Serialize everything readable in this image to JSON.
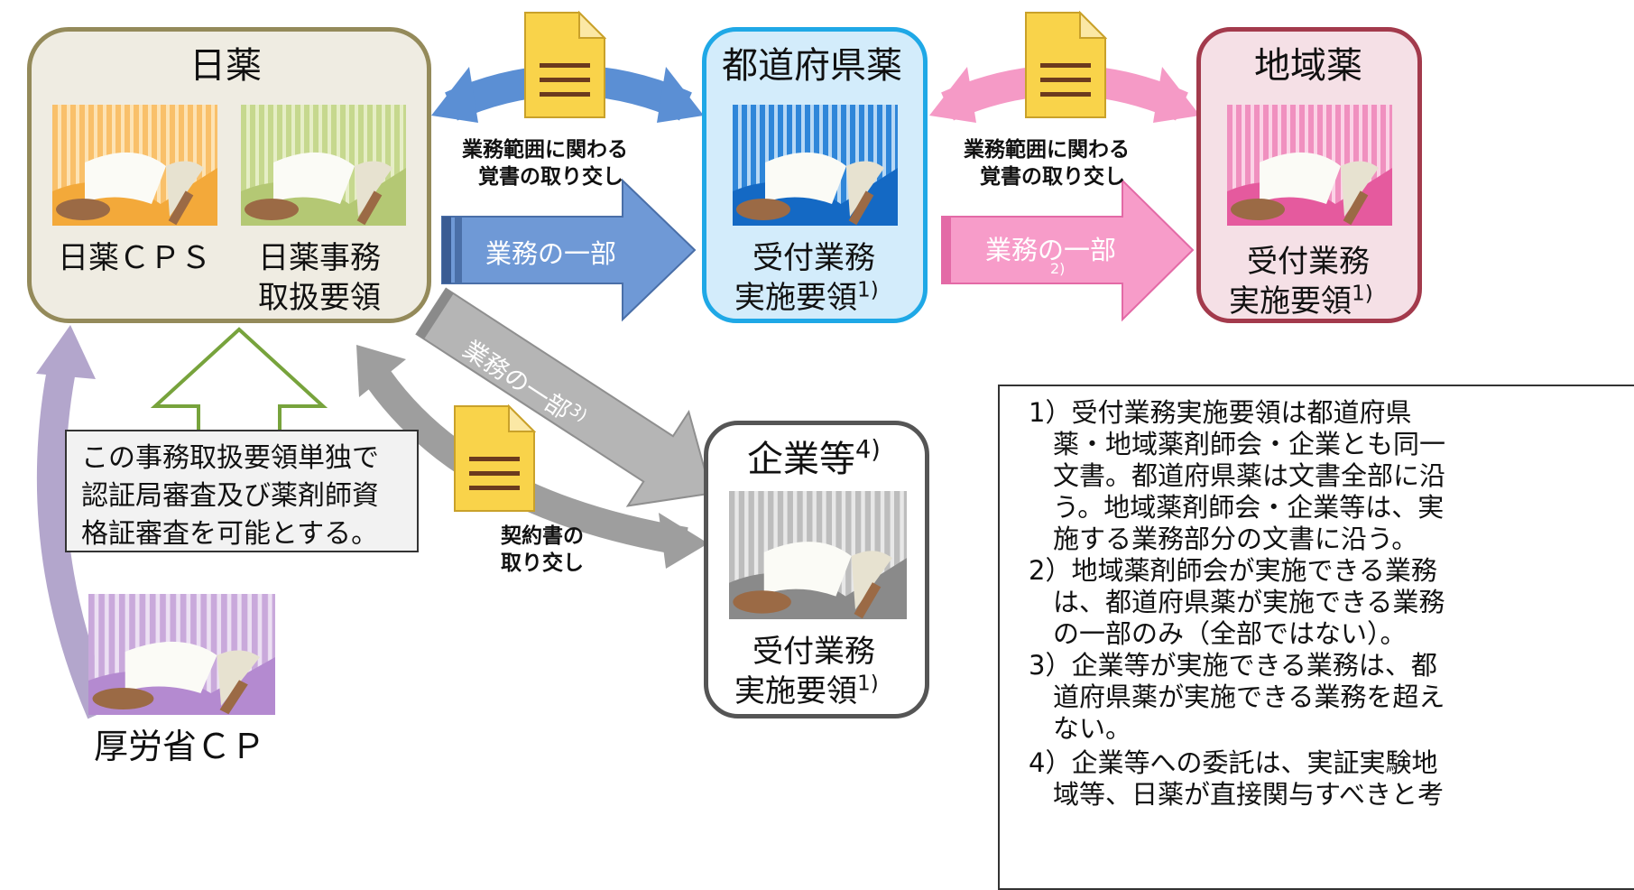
{
  "nodes": {
    "nichiyaku": {
      "title": "日薬",
      "items": [
        "日薬ＣＰＳ",
        "日薬事務",
        "取扱要領"
      ]
    },
    "todofuken": {
      "title": "都道府県薬",
      "doc": [
        "受付業務",
        "実施要領",
        "1)"
      ]
    },
    "chiiki": {
      "title": "地域薬",
      "doc": [
        "受付業務",
        "実施要領",
        "1)"
      ]
    },
    "kigyo": {
      "title": "企業等",
      "title_sup": "4)",
      "doc": [
        "受付業務",
        "実施要領",
        "1)"
      ]
    },
    "koroshou": {
      "label": "厚労省ＣＰ"
    }
  },
  "arrows": {
    "memo1": [
      "業務範囲に関わる",
      "覚書の取り交し"
    ],
    "memo2": [
      "業務範囲に関わる",
      "覚書の取り交し"
    ],
    "work1": "業務の一部",
    "work2": "業務の一部",
    "work2_sup": "2)",
    "work3": "業務の一部",
    "work3_sup": "3)",
    "contract": [
      "契約書の",
      "取り交し"
    ]
  },
  "callout": [
    "この事務取扱要領単独で",
    "認証局審査及び薬剤師資",
    "格証審査を可能とする。"
  ],
  "notes": [
    "1）受付業務実施要領は都道府県",
    "薬・地域薬剤師会・企業とも同一",
    "文書。都道府県薬は文書全部に沿",
    "う。地域薬剤師会・企業等は、実",
    "施する業務部分の文書に沿う。",
    "2）地域薬剤師会が実施できる業務",
    "は、都道府県薬が実施できる業務",
    "の一部のみ（全部ではない）。",
    "3）企業等が実施できる業務は、都",
    "道府県薬が実施できる業務を超え",
    "ない。",
    "4）企業等への委託は、実証実験地",
    "域等、日薬が直接関与すべきと考"
  ]
}
